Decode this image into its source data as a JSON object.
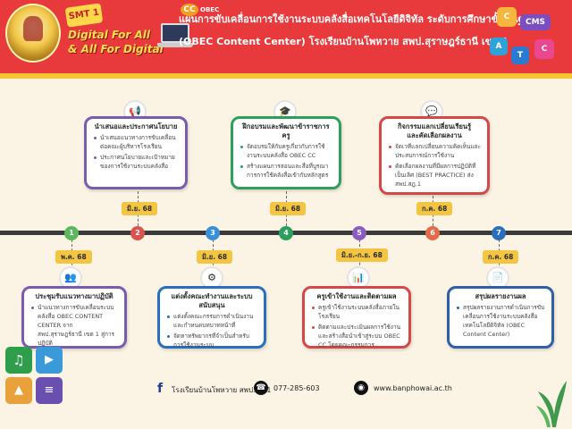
{
  "header": {
    "badge": "SMT 1",
    "slogan_line1": "Digital For All",
    "slogan_line2": "& All For Digital",
    "cc_mark": "CC",
    "cc_brand": "OBEC",
    "title_line1": "แผนการขับเคลื่อนการใช้งานระบบคลังสื่อเทคโนโลยีดิจิทัล ระดับการศึกษาขั้นพื้นฐาน",
    "title_line2": "(OBEC Content Center) โรงเรียนบ้านโพหวาย สพป.สุราษฎร์ธานี เขต 1",
    "art_letters": [
      "C",
      "CMS",
      "A",
      "T",
      "C"
    ],
    "colors": {
      "header_red": "#e8393c",
      "stripe_yellow": "#f7c531",
      "background": "#fbf4e4"
    }
  },
  "timeline": {
    "nodes": [
      {
        "num": "1",
        "color": "#5cb85c"
      },
      {
        "num": "2",
        "color": "#d9534f"
      },
      {
        "num": "3",
        "color": "#3a8fd9"
      },
      {
        "num": "4",
        "color": "#2e9e5b"
      },
      {
        "num": "5",
        "color": "#8a5bc0"
      },
      {
        "num": "6",
        "color": "#e36b4a"
      },
      {
        "num": "7",
        "color": "#2a6fbd"
      }
    ],
    "dates": {
      "d1": "พ.ค. 68",
      "d2": "มิ.ย. 68",
      "d3": "มิ.ย. 68",
      "d4": "มิ.ย. 68",
      "d5": "มิ.ย.-ก.ย. 68",
      "d6": "ก.ค. 68",
      "d7": "ก.ค. 68"
    }
  },
  "cards": {
    "c1": {
      "title": "ประชุมรับแนวทางมาปฏิบัติ",
      "items": [
        "นำแนวทางการขับเคลื่อนระบบคลังสื่อ OBEC CONTENT CENTER จาก สพป.สุราษฎร์ธานี เขต 1 สู่การปฏิบัติ"
      ]
    },
    "c2": {
      "title": "นำเสนอและประกาศนโยบาย",
      "items": [
        "นำเสนอแนวทางการขับเคลื่อนต่อคณะผู้บริหารโรงเรียน",
        "ประกาศนโยบายและเป้าหมายของการใช้งานระบบคลังสื่อ"
      ]
    },
    "c3": {
      "title": "แต่งตั้งคณะทำงานและระบบสนับสนุน",
      "items": [
        "แต่งตั้งคณะกรรมการดำเนินงานและกำหนดบทบาทหน้าที่",
        "จัดหาทรัพยากรที่จำเป็นสำหรับการใช้งานระบบ"
      ]
    },
    "c4": {
      "title": "ฝึกอบรมและพัฒนาข้าราชการครู",
      "items": [
        "จัดอบรมให้กับครูเกี่ยวกับการใช้งานระบบคลังสื่อ OBEC CC",
        "สร้างแผนการสอนและสื่อที่บูรณาการการใช้คลังสื่อเข้ากับหลักสูตร"
      ]
    },
    "c5": {
      "title": "ครูเข้าใช้งานและติดตามผล",
      "items": [
        "ครูเข้าใช้งานระบบคลังสื่อภายในโรงเรียน",
        "ติดตามและประเมินผลการใช้งานและสร้างสื่อนำเข้าสู่ระบบ OBEC CC โดยคณะกรรมการ"
      ]
    },
    "c6": {
      "title_line1": "กิจกรรมแลกเปลี่ยนเรียนรู้",
      "title_line2": "และคัดเลือกผลงาน",
      "items": [
        "จัดเวทีแลกเปลี่ยนความคิดเห็นและประสบการณ์การใช้งาน",
        "คัดเลือกผลงานที่มีผลการปฏิบัติที่เป็นเลิศ (BEST PRACTICE) ส่งสพป.สฎ.1"
      ]
    },
    "c7": {
      "title": "สรุปผลรายงานผล",
      "items": [
        "สรุปผลรายงานการดำเนินการขับเคลื่อนการใช้งานระบบคลังสื่อเทคโนโลยีดิจิทัล (OBEC Content Center)"
      ]
    }
  },
  "footer": {
    "facebook": "โรงเรียนบ้านโพหวาย สพป.สฎ.1",
    "phone": "077-285-603",
    "website": "www.banphowai.ac.th"
  }
}
